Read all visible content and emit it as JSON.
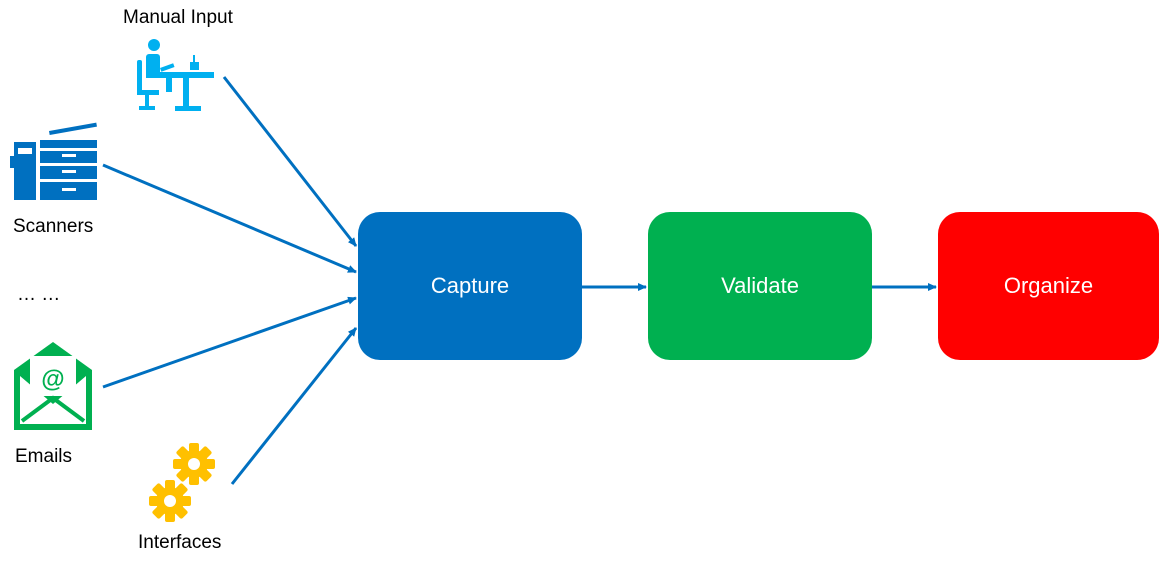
{
  "sources": {
    "manual_input": "Manual Input",
    "scanners": "Scanners",
    "ellipsis": "… …",
    "emails": "Emails",
    "interfaces": "Interfaces"
  },
  "steps": [
    {
      "label": "Capture",
      "color": "#0070C0"
    },
    {
      "label": "Validate",
      "color": "#00B050"
    },
    {
      "label": "Organize",
      "color": "#FF0000"
    }
  ],
  "colors": {
    "arrow": "#0070C0",
    "manual_icon": "#00B0F0",
    "scanner_icon": "#0070C0",
    "email_icon": "#00B050",
    "gear_icon": "#FFC000"
  },
  "icons": [
    "person-at-desk-icon",
    "scanner-icon",
    "email-icon",
    "gears-icon"
  ]
}
